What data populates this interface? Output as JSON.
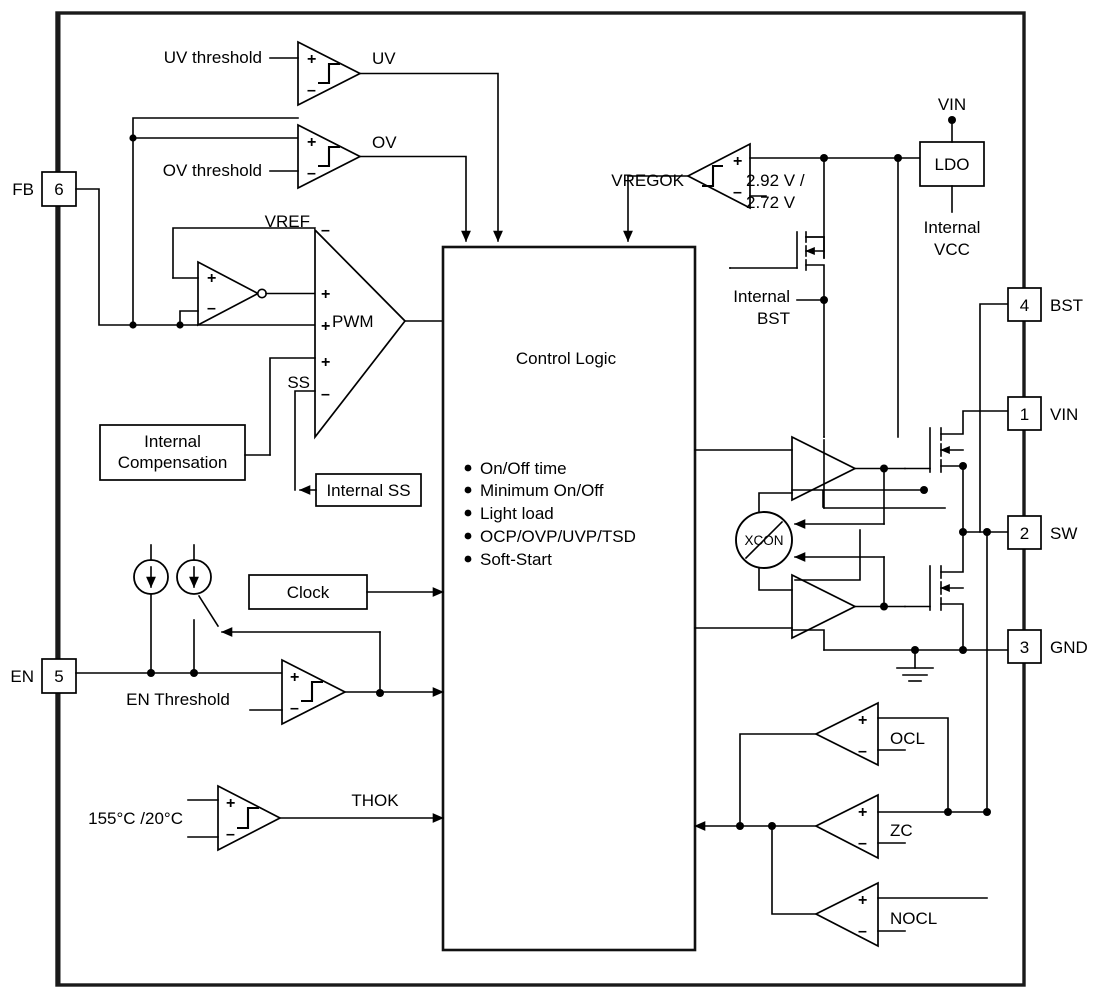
{
  "diagram": {
    "title": "Switching regulator functional block diagram",
    "frame": {
      "name": "ic-boundary"
    }
  },
  "pins": [
    {
      "number": "6",
      "label": "FB",
      "side": "left"
    },
    {
      "number": "5",
      "label": "EN",
      "side": "left"
    },
    {
      "number": "4",
      "label": "BST",
      "side": "right"
    },
    {
      "number": "1",
      "label": "VIN",
      "side": "right"
    },
    {
      "number": "2",
      "label": "SW",
      "side": "right"
    },
    {
      "number": "3",
      "label": "GND",
      "side": "right"
    }
  ],
  "blocks": {
    "control_logic": {
      "title": "Control Logic",
      "features": [
        "On/Off time",
        "Minimum On/Off",
        "Light load",
        "OCP/OVP/UVP/TSD",
        "Soft-Start"
      ]
    },
    "internal_compensation": {
      "line1": "Internal",
      "line2": "Compensation"
    },
    "internal_ss": {
      "label": "Internal SS"
    },
    "clock": {
      "label": "Clock"
    },
    "ldo": {
      "label": "LDO"
    },
    "xcon": {
      "label": "XCON"
    }
  },
  "comparators": {
    "uv": {
      "input_label": "UV threshold",
      "output_label": "UV",
      "plus": "+",
      "minus": "–"
    },
    "ov": {
      "input_label": "OV threshold",
      "output_label": "OV",
      "plus": "+",
      "minus": "–"
    },
    "vregok": {
      "input_label": "VREGOK",
      "threshold_line1": "2.92 V /",
      "threshold_line2": "2.72 V",
      "plus": "+",
      "minus": "–"
    },
    "en": {
      "input_label": "EN Threshold",
      "plus": "+",
      "minus": "–"
    },
    "thermal": {
      "input_label": "155°C /20°C",
      "output_label": "THOK",
      "plus": "+",
      "minus": "–"
    },
    "ocl": {
      "output_label": "OCL",
      "plus": "+",
      "minus": "–"
    },
    "zc": {
      "output_label": "ZC",
      "plus": "+",
      "minus": "–"
    },
    "nocl": {
      "output_label": "NOCL",
      "plus": "+",
      "minus": "–"
    }
  },
  "amplifier": {
    "error_amp": {
      "plus": "+",
      "minus": "–"
    },
    "pwm": {
      "label": "PWM",
      "vref_label": "VREF",
      "ss_label": "SS",
      "inputs": [
        "–",
        "+",
        "+",
        "+",
        "–"
      ]
    }
  },
  "nets": {
    "vin_top": "VIN",
    "internal_vcc_line1": "Internal",
    "internal_vcc_line2": "VCC",
    "internal_bst_line1": "Internal",
    "internal_bst_line2": "BST"
  },
  "colors": {
    "line": "#000000",
    "frame": "#1a1a1a",
    "background": "#ffffff",
    "text": "#000000"
  }
}
